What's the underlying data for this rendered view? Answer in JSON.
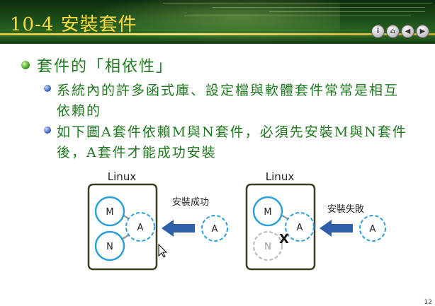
{
  "header": {
    "title": "10-4 安裝套件",
    "nav_buttons": [
      {
        "icon": "home-icon",
        "glyph": "⌂"
      },
      {
        "icon": "info-icon",
        "glyph": "i"
      },
      {
        "icon": "back-arrow-icon",
        "glyph": "◀"
      },
      {
        "icon": "forward-arrow-icon",
        "glyph": "▶"
      }
    ]
  },
  "content": {
    "main_bullet": "套件的「相依性」",
    "sub_bullets": [
      "系統內的許多函式庫、設定檔與軟體套件常常是相互依賴的",
      "如下圖A套件依賴M與N套件，必須先安裝M與N套件後，A套件才能成功安裝"
    ]
  },
  "diagram": {
    "left": {
      "box_label": "Linux",
      "caption": "安裝成功",
      "nodes": {
        "m": "M",
        "n": "N",
        "a": "A",
        "incoming": "A"
      }
    },
    "right": {
      "box_label": "Linux",
      "caption": "安裝失敗",
      "nodes": {
        "m": "M",
        "n": "N",
        "a": "A",
        "incoming": "A"
      },
      "fail_mark": "X"
    }
  },
  "colors": {
    "accent_green": "#1f7a1f",
    "title_gold": "#ffd940",
    "node_blue": "#2b9fd8",
    "arrow_blue": "#2f5fa8",
    "box_border": "#3d3d1f"
  },
  "page_number": "12"
}
